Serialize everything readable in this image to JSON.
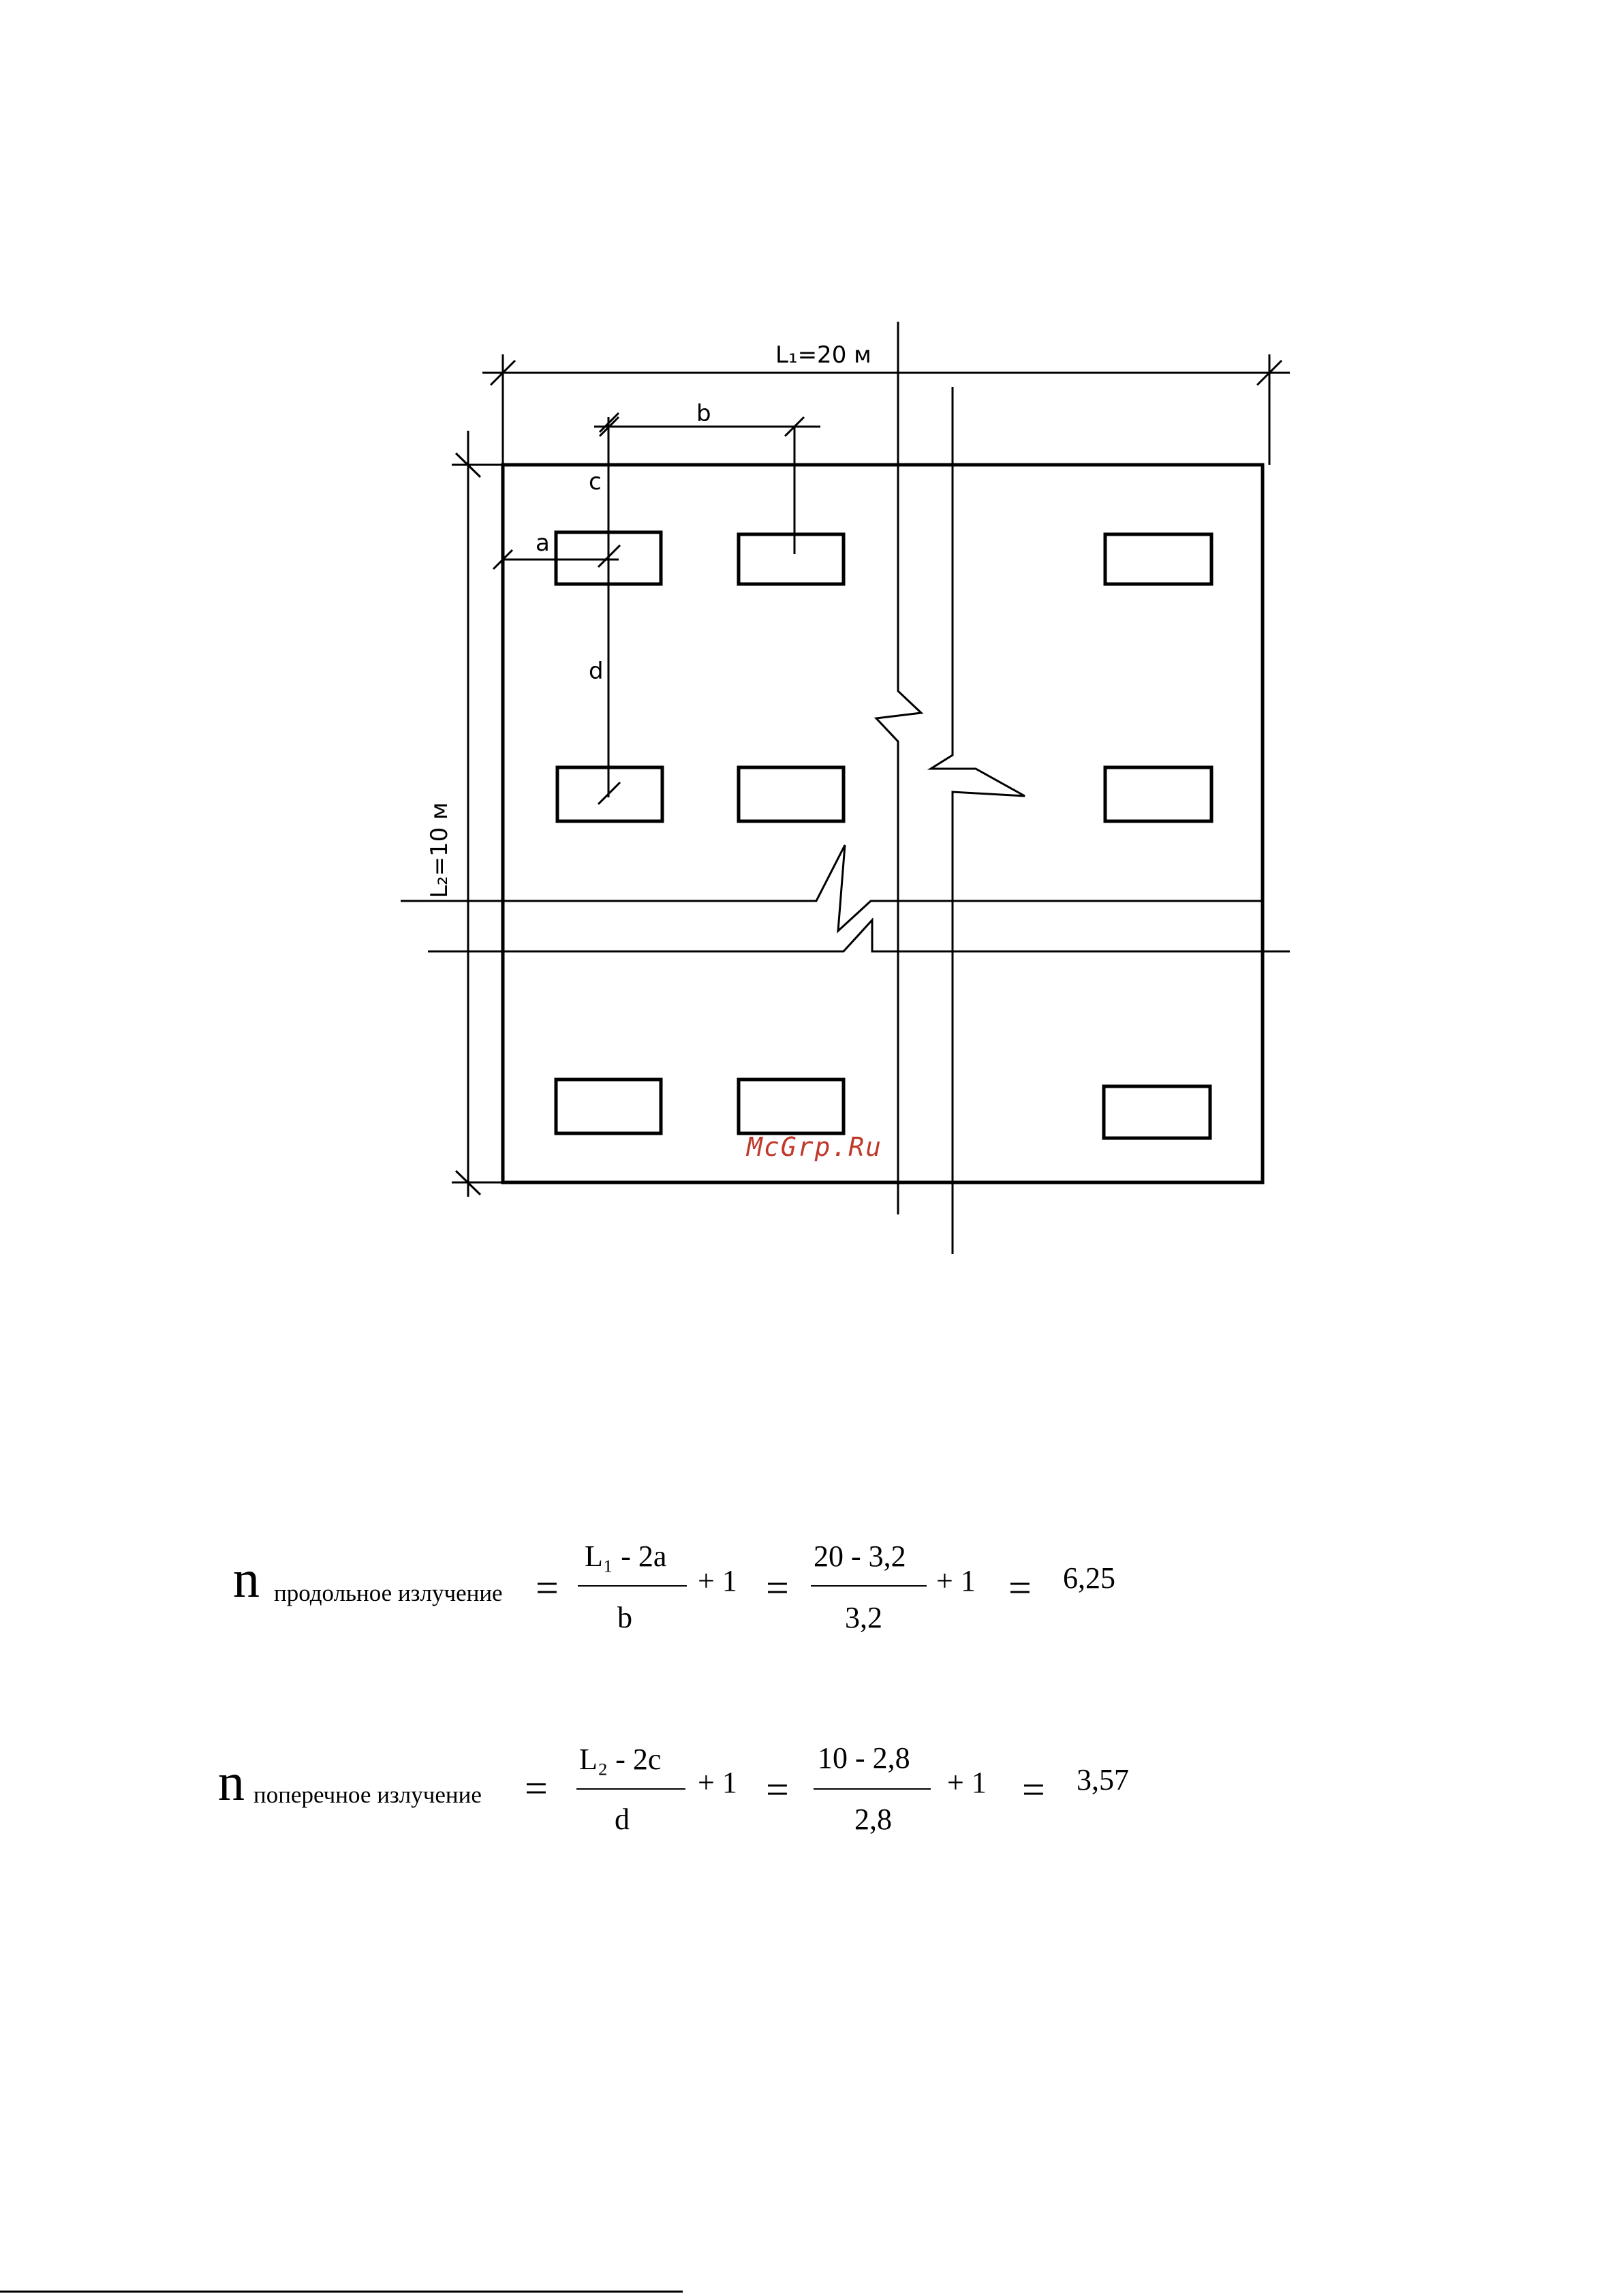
{
  "drawing": {
    "dim_l1": "L₁=20 м",
    "dim_l2": "L₂=10 м",
    "dim_a": "a",
    "dim_b": "b",
    "dim_c": "c",
    "dim_d": "d",
    "watermark": "McGrp.Ru"
  },
  "formula1": {
    "n": "n",
    "subscript": "продольное излучение",
    "num": "L₁ - 2a",
    "den": "b",
    "plus1": "+ 1",
    "num2": "20 - 3,2",
    "den2": "3,2",
    "plus2": "+ 1",
    "result": "6,25"
  },
  "formula2": {
    "n": "n",
    "subscript": "поперечное излучение",
    "num": "L₂ - 2c",
    "den": "d",
    "plus1": "+ 1",
    "num2": "10 - 2,8",
    "den2": "2,8",
    "plus2": "+ 1",
    "result": "3,57"
  }
}
